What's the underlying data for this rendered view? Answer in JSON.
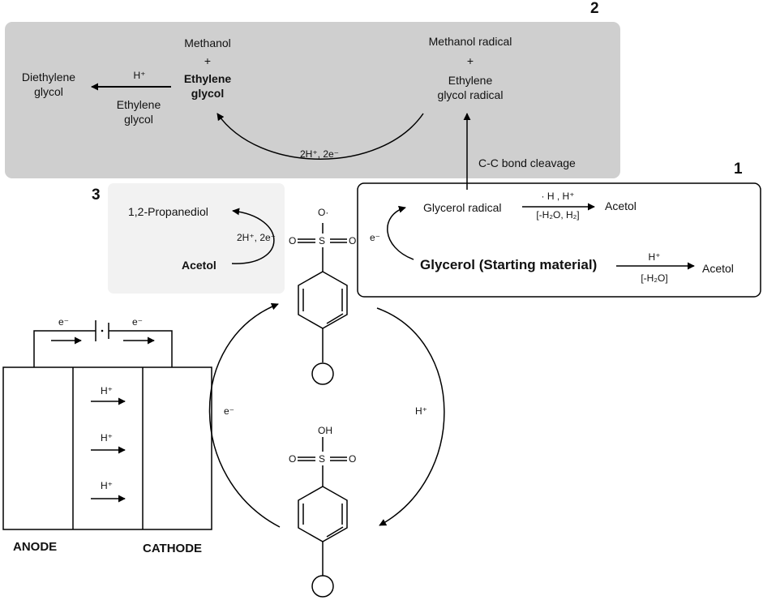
{
  "panel2": {
    "number": "2",
    "diethylene_glycol": "Diethylene\nglycol",
    "h_plus": "H⁺",
    "ethylene_glycol_reagent": "Ethylene\nglycol",
    "methanol": "Methanol",
    "plus": "+",
    "ethylene_glycol_product": "Ethylene\nglycol",
    "methanol_radical": "Methanol radical",
    "ethylene_glycol_radical": "Ethylene\nglycol radical",
    "reduction_label": "2H⁺, 2e⁻",
    "cleavage_label": "C-C bond cleavage"
  },
  "panel1": {
    "number": "1",
    "glycerol_radical": "Glycerol radical",
    "radical_reagent_top": "· H , H⁺",
    "radical_reagent_bottom": "[-H₂O, H₂]",
    "acetol_a": "Acetol",
    "electron": "e⁻",
    "glycerol": "Glycerol (Starting material)",
    "dehydration_top": "H⁺",
    "dehydration_bottom": "[-H₂O]",
    "acetol_b": "Acetol"
  },
  "panel3": {
    "number": "3",
    "propanediol": "1,2-Propanediol",
    "reduction_label": "2H⁺, 2e⁻",
    "acetol": "Acetol"
  },
  "cell": {
    "electron_left": "e⁻",
    "electron_right": "e⁻",
    "proton_1": "H⁺",
    "proton_2": "H⁺",
    "proton_3": "H⁺",
    "anode": "ANODE",
    "cathode": "CATHODE"
  },
  "catalyst": {
    "radical_o": "O·",
    "s_top": "S",
    "o_left_top": "O",
    "o_right_top": "O",
    "oh": "OH",
    "s_bottom": "S",
    "o_left_bottom": "O",
    "o_right_bottom": "O",
    "electron_cycle": "e⁻",
    "proton_cycle": "H⁺"
  },
  "colors": {
    "panel2_fill": "#cfcfcf",
    "panel3_fill": "#f2f2f2",
    "line": "#000000"
  }
}
